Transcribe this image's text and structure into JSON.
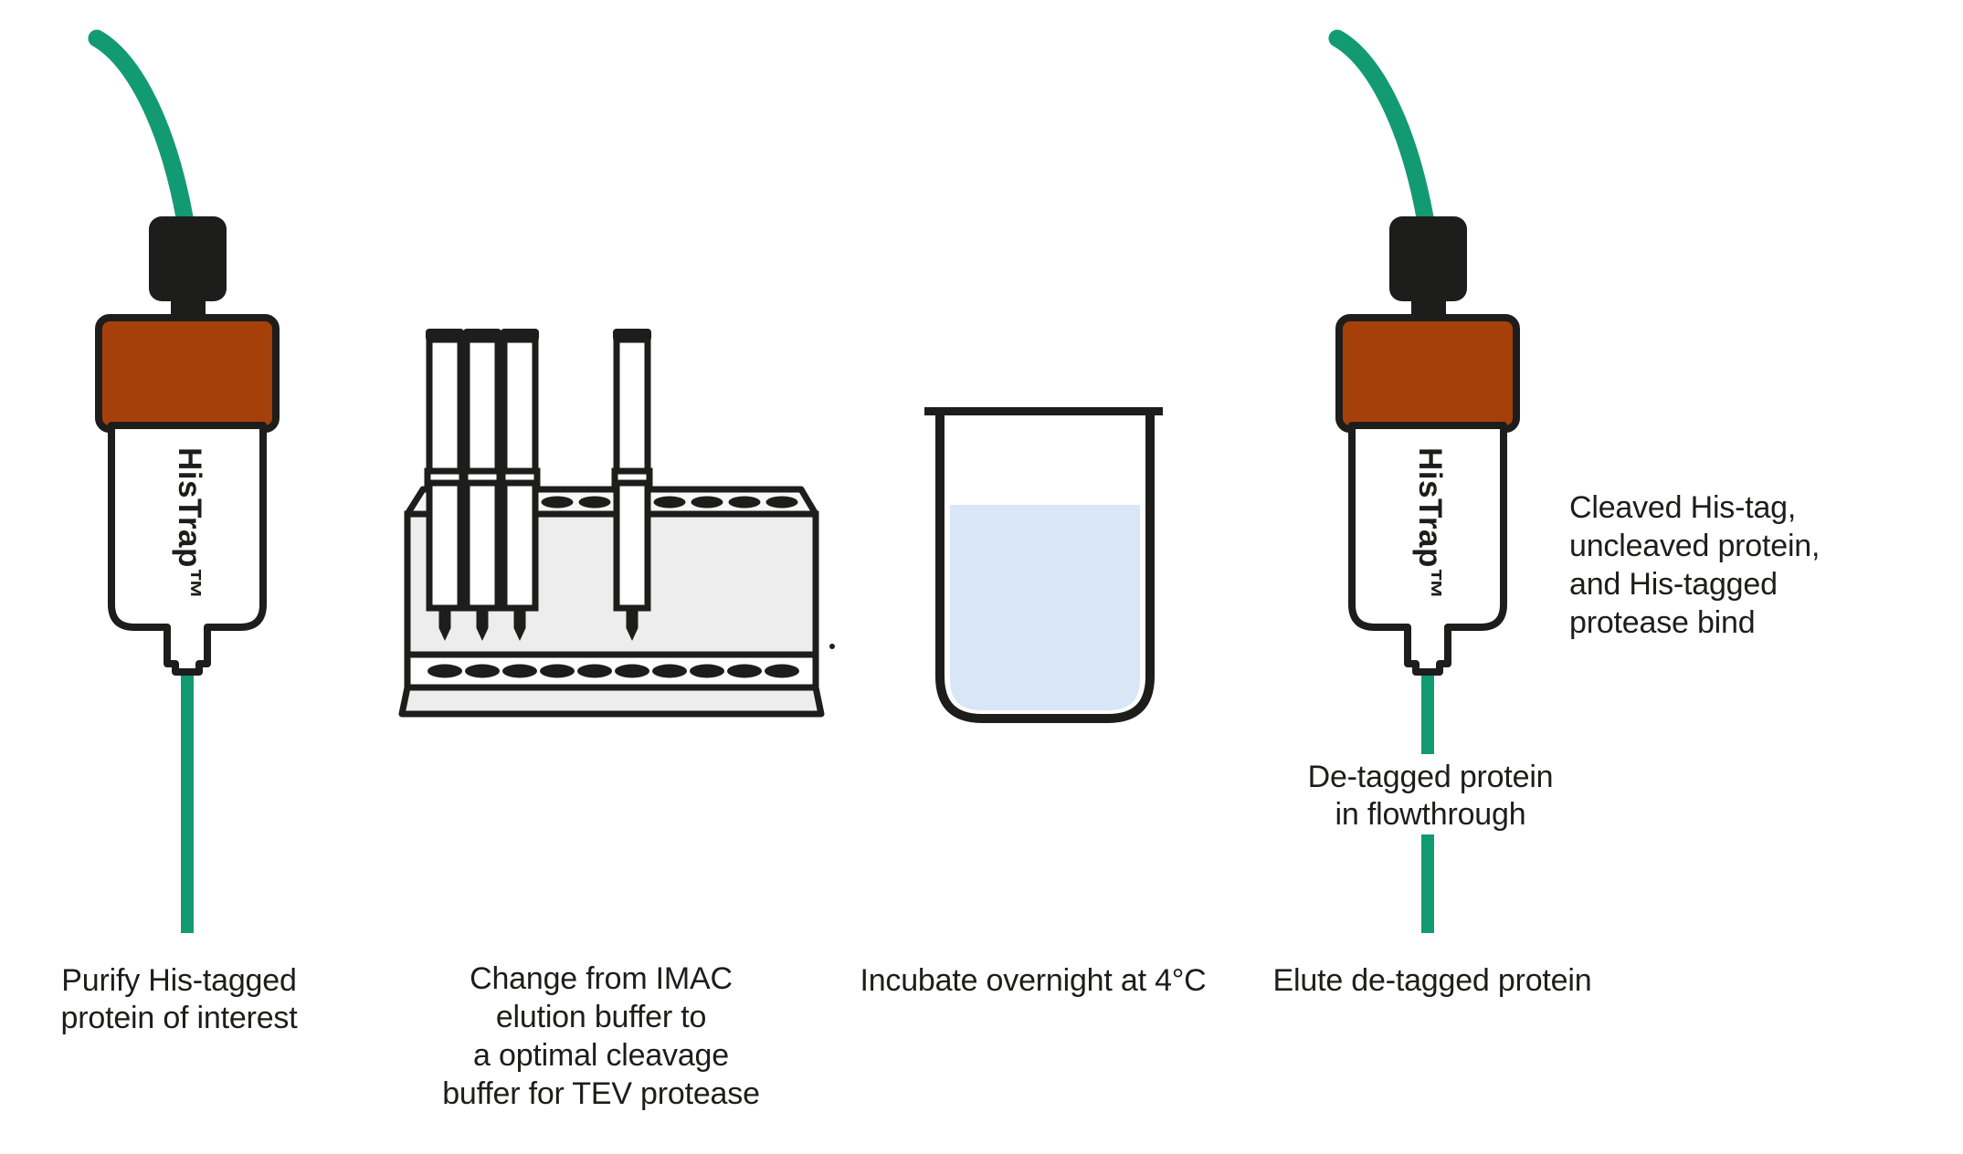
{
  "colors": {
    "green": "#129a73",
    "brown": "#a5400a",
    "black": "#1d1d1b",
    "rack_gray": "#ededed",
    "liquid_blue": "#d9e6f8",
    "white": "#ffffff"
  },
  "histrap_label": "HisTrap™",
  "captions": {
    "step1": [
      "Purify His-tagged",
      "protein of interest"
    ],
    "step2": [
      "Change from IMAC",
      "elution buffer to",
      "a optimal cleavage",
      "buffer for TEV protease"
    ],
    "step3": [
      "Incubate overnight at 4°C"
    ],
    "step4": [
      "Elute de-tagged protein"
    ]
  },
  "annotations": {
    "bind_note": [
      "Cleaved His-tag,",
      "uncleaved protein,",
      "and His-tagged",
      "protease bind"
    ],
    "flowthrough_note": [
      "De-tagged protein",
      "in flowthrough"
    ]
  }
}
